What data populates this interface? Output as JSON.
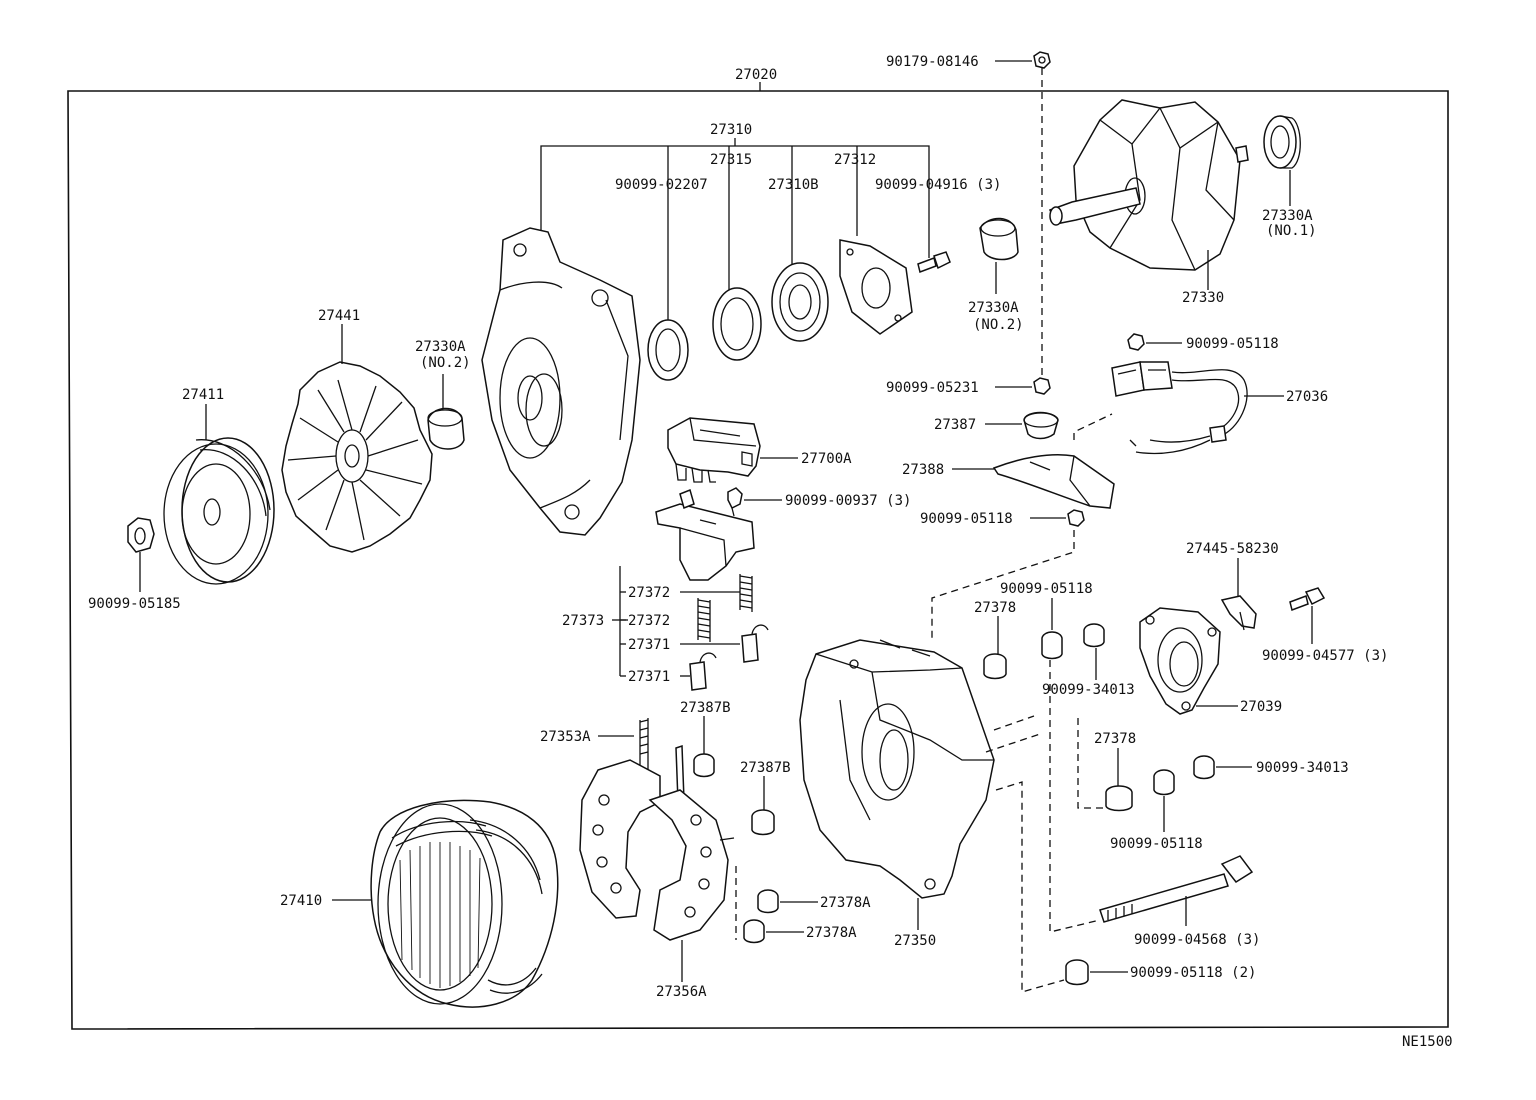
{
  "diagram": {
    "code": "NE1500",
    "assembly_label": "27020",
    "labels": {
      "p27020": "27020",
      "p27310": "27310",
      "p27315": "27315",
      "p9009902207": "90099-02207",
      "p27310B": "27310B",
      "p27312": "27312",
      "p9009904916": "90099-04916 (3)",
      "p9017908146": "90179-08146",
      "p27330A_no1": "27330A",
      "p27330A_no1_sub": "(NO.1)",
      "p27330": "27330",
      "p27330A_no2_right": "27330A",
      "p27330A_no2_right_sub": "(NO.2)",
      "p27441": "27441",
      "p27330A_no2_left": "27330A",
      "p27330A_no2_left_sub": "(NO.2)",
      "p27411": "27411",
      "p9009905185": "90099-05185",
      "p9009905118_top": "90099-05118",
      "p27036": "27036",
      "p9009905231": "90099-05231",
      "p27387": "27387",
      "p27388": "27388",
      "p9009905118_mid": "90099-05118",
      "p27700A": "27700A",
      "p9009900937": "90099-00937 (3)",
      "p27372_a": "27372",
      "p27372_b": "27372",
      "p27373": "27373",
      "p27371_a": "27371",
      "p27371_b": "27371",
      "p2744558230": "27445-58230",
      "p9009905118_c": "90099-05118",
      "p27378_a": "27378",
      "p9009904577": "90099-04577 (3)",
      "p9009934013_a": "90099-34013",
      "p27039": "27039",
      "p27387B_a": "27387B",
      "p27353A": "27353A",
      "p27387B_b": "27387B",
      "p27378_b": "27378",
      "p9009934013_b": "90099-34013",
      "p9009905118_d": "90099-05118",
      "p27410": "27410",
      "p27378A_a": "27378A",
      "p27378A_b": "27378A",
      "p27350": "27350",
      "p9009904568": "90099-04568 (3)",
      "p9009905118_e": "90099-05118 (2)",
      "p27356A": "27356A"
    }
  }
}
